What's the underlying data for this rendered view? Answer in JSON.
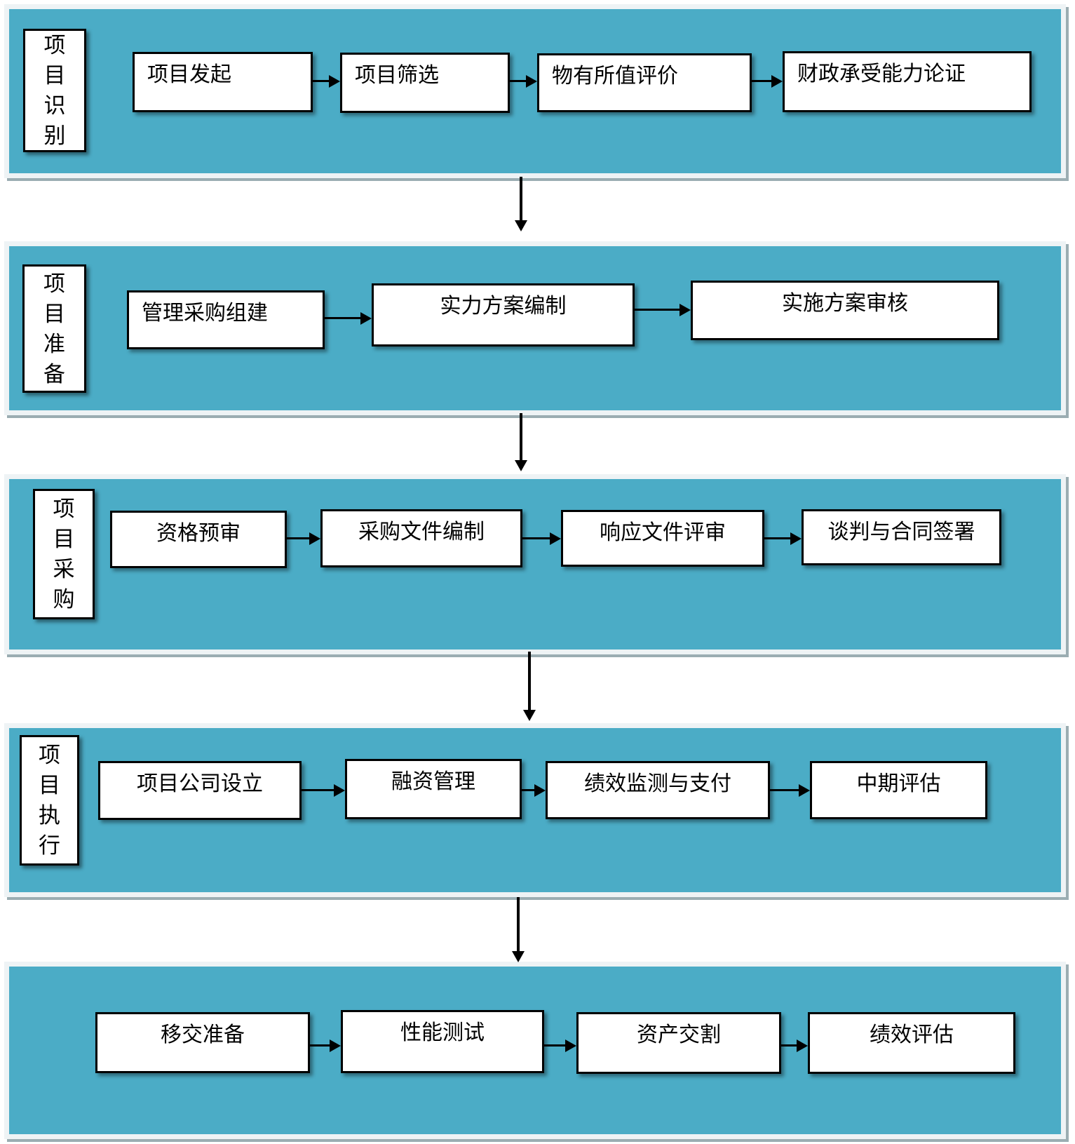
{
  "diagram": {
    "type": "flowchart",
    "orientation": "top-to-bottom swimlane bands",
    "colors": {
      "band_fill": "#4BACC6",
      "band_frame": "#EEF3F5",
      "band_shadow": "#9BADB2",
      "node_fill": "#FFFFFF",
      "node_border": "#000000",
      "arrow": "#000000"
    },
    "bands": [
      {
        "label": "项目识别",
        "boxes": [
          "项目发起",
          "项目筛选",
          "物有所值评价",
          "财政承受能力论证"
        ]
      },
      {
        "label": "项目准备",
        "boxes": [
          "管理采购组建",
          "实力方案编制",
          "实施方案审核"
        ]
      },
      {
        "label": "项目采购",
        "boxes": [
          "资格预审",
          "采购文件编制",
          "响应文件评审",
          "谈判与合同签署"
        ]
      },
      {
        "label": "项目执行",
        "boxes": [
          "项目公司设立",
          "融资管理",
          "绩效监测与支付",
          "中期评估"
        ]
      },
      {
        "label": "",
        "boxes": [
          "移交准备",
          "性能测试",
          "资产交割",
          "绩效评估"
        ]
      }
    ]
  }
}
